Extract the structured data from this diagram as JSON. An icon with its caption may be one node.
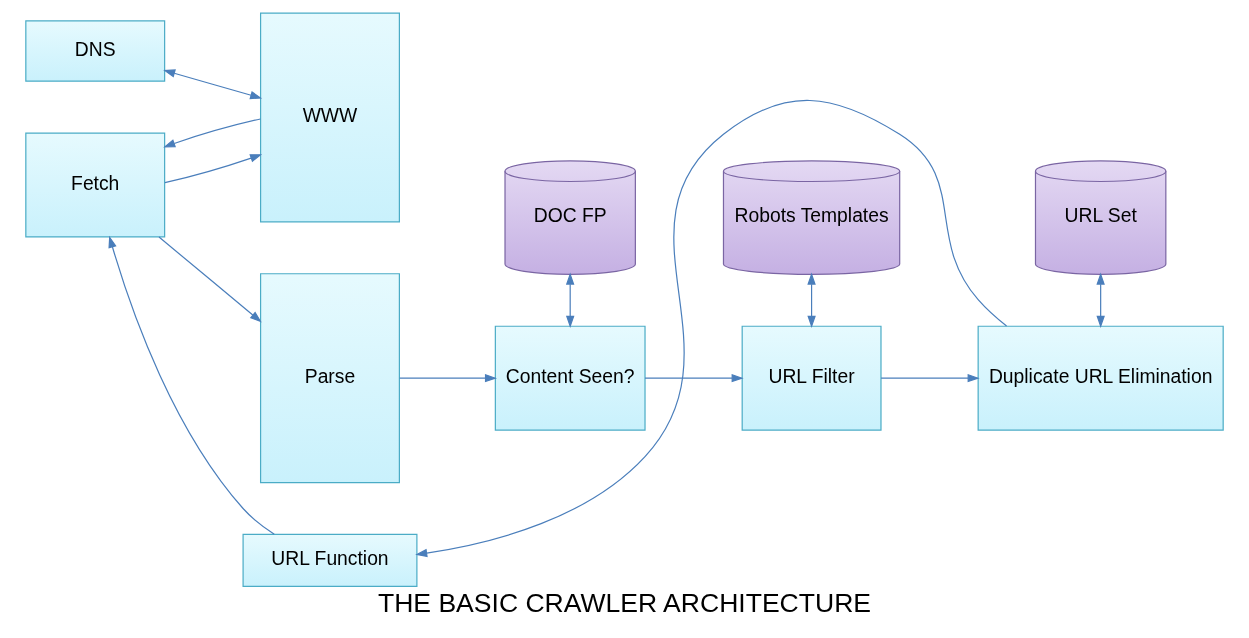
{
  "diagram": {
    "caption": "THE BASIC CRAWLER ARCHITECTURE",
    "nodes": [
      {
        "text": [
          "DOC FP"
        ]
      },
      {
        "text": [
          "Robots Templates"
        ]
      },
      {
        "text": [
          "URL Set"
        ]
      },
      {
        "text": [
          "WWW"
        ]
      },
      {
        "text": [
          "DNS"
        ]
      },
      {
        "text": [
          "Parse"
        ]
      },
      {
        "text": [
          "Fetch"
        ]
      },
      {
        "text": [
          "Content Seen?"
        ]
      },
      {
        "text": [
          "URL Filter"
        ]
      },
      {
        "text": [
          "Duplicate URL Elimination"
        ]
      },
      {
        "text": [
          "URL Function"
        ]
      }
    ],
    "edges": [
      {
        "from": 3,
        "to": 4,
        "arrow": "both"
      },
      {
        "from": 6,
        "to": 3,
        "arrow": "to"
      },
      {
        "from": 3,
        "to": 6,
        "arrow": "to"
      },
      {
        "from": 6,
        "to": 5,
        "arrow": "to"
      },
      {
        "from": 5,
        "to": 7,
        "arrow": "to"
      },
      {
        "from": 0,
        "to": 7,
        "arrow": "both"
      },
      {
        "from": 7,
        "to": 8,
        "arrow": "to"
      },
      {
        "from": 1,
        "to": 8,
        "arrow": "both"
      },
      {
        "from": 8,
        "to": 9,
        "arrow": "to"
      },
      {
        "from": 2,
        "to": 9,
        "arrow": "both"
      },
      {
        "from": 9,
        "to": 10,
        "arrow": "to"
      },
      {
        "from": 10,
        "to": 6,
        "arrow": "to"
      }
    ]
  }
}
